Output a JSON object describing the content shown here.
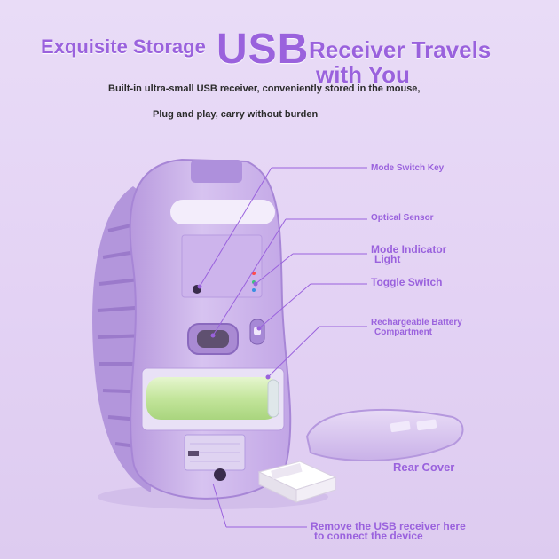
{
  "headline": {
    "left": "Exquisite Storage",
    "usb": "USB",
    "right_line1": "Receiver Travels",
    "right_line2": "with You"
  },
  "subtitle": {
    "line1": "Built-in ultra-small USB receiver, conveniently stored in the mouse,",
    "line2": "Plug and play, carry without burden"
  },
  "callouts": {
    "mode_switch_key": "Mode Switch Key",
    "optical_sensor": "Optical Sensor",
    "mode_indicator_l1": "Mode Indicator",
    "mode_indicator_l2": "Light",
    "toggle_switch": "Toggle Switch",
    "battery_l1": "Rechargeable Battery",
    "battery_l2": "Compartment",
    "rear_cover": "Rear Cover",
    "usb_l1": "Remove the USB receiver here",
    "usb_l2": "to connect the device"
  },
  "colors": {
    "accent": "#9a62dd",
    "body": "#cdb6ea",
    "battery": "#c7e8a6",
    "background": "#e6d7f5"
  }
}
